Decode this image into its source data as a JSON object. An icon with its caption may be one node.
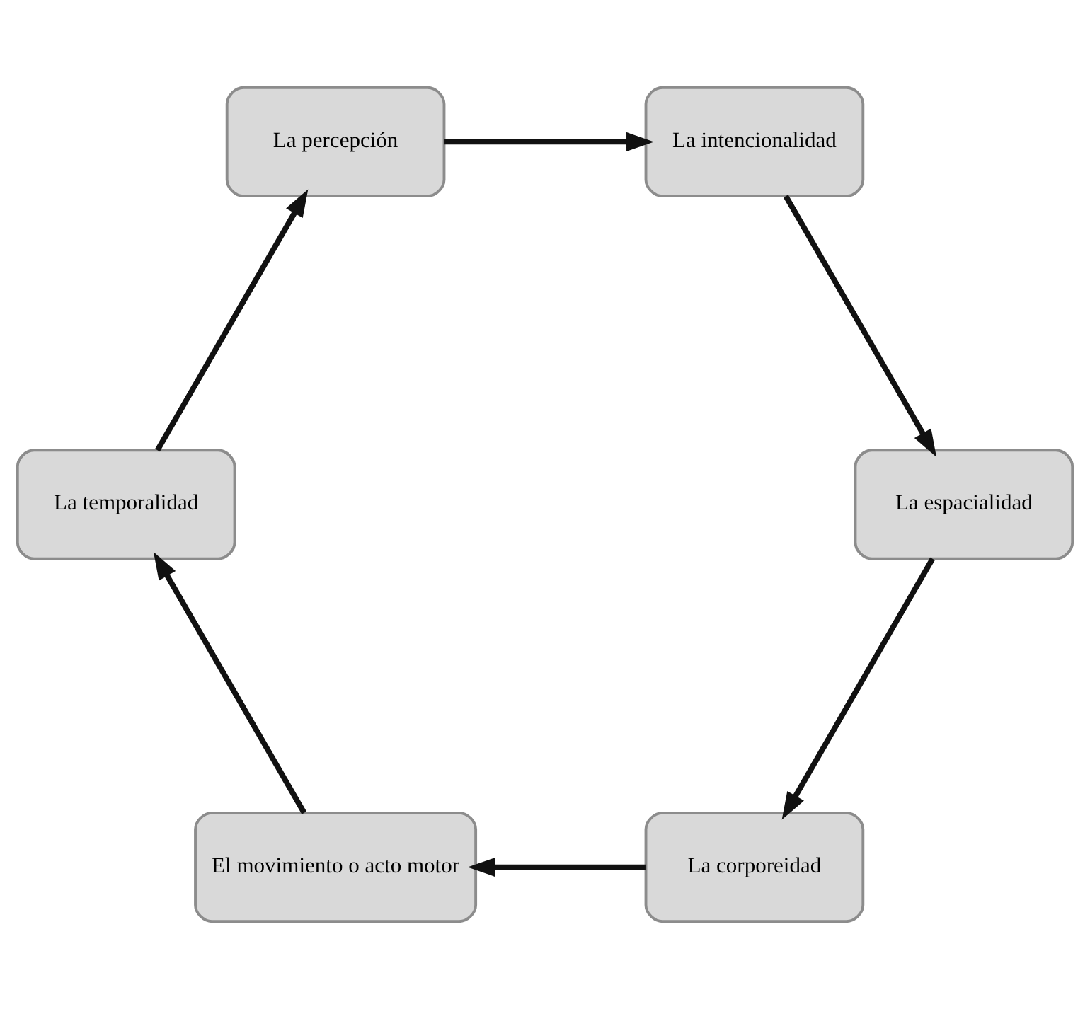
{
  "diagram": {
    "nodes": [
      {
        "text": [
          "La corporeidad"
        ]
      },
      {
        "text": [
          "La espacialidad"
        ]
      },
      {
        "text": [
          "El movimiento o acto motor"
        ]
      },
      {
        "text": [
          "La intencionalidad"
        ]
      },
      {
        "text": [
          "La temporalidad"
        ]
      },
      {
        "text": [
          "La percepción"
        ]
      }
    ],
    "edges": [
      {
        "from": 0,
        "to": 2,
        "arrow": "to"
      },
      {
        "from": 2,
        "to": 4,
        "arrow": "to"
      },
      {
        "from": 4,
        "to": 5,
        "arrow": "to"
      },
      {
        "from": 5,
        "to": 3,
        "arrow": "to"
      },
      {
        "from": 3,
        "to": 1,
        "arrow": "to"
      },
      {
        "from": 1,
        "to": 0,
        "arrow": "to"
      }
    ]
  }
}
